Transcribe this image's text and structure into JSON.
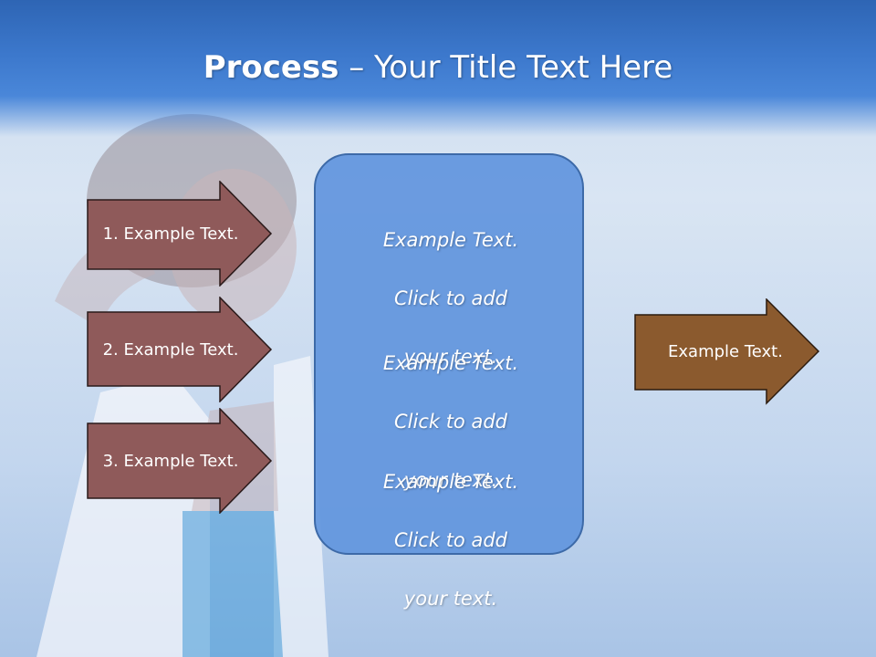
{
  "slide": {
    "title_bold": "Process",
    "title_rest": " – Your Title Text Here"
  },
  "steps": [
    {
      "label": "1. Example Text."
    },
    {
      "label": "2. Example Text."
    },
    {
      "label": "3. Example Text."
    }
  ],
  "center_box": {
    "blocks": [
      {
        "line1": "Example Text.",
        "line2": "Click  to add",
        "line3": "your text."
      },
      {
        "line1": "Example Text.",
        "line2": "Click  to add",
        "line3": "your text."
      },
      {
        "line1": "Example Text.",
        "line2": "Click  to add",
        "line3": "your text."
      }
    ]
  },
  "result": {
    "label": "Example Text."
  },
  "colors": {
    "step_arrow": "#8f5a5a",
    "result_arrow": "#8b5a2e",
    "center_box": "#6296de",
    "title_bar": "#3c78cc"
  }
}
